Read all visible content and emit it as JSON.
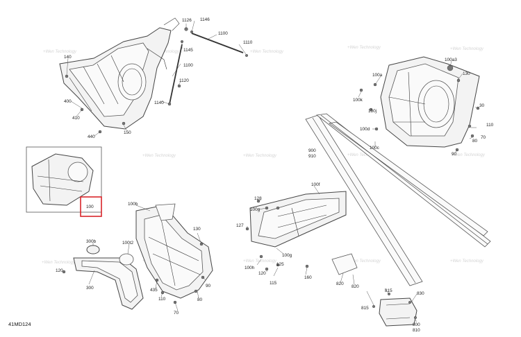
{
  "diagram": {
    "reference_code": "41MD124",
    "watermark_text": "+Wen Technology",
    "highlight_color": "#d9252a",
    "callouts": [
      {
        "id": "c1126",
        "text": "1126"
      },
      {
        "id": "c1146",
        "text": "1146"
      },
      {
        "id": "c1100a",
        "text": "1100"
      },
      {
        "id": "c1110",
        "text": "1110"
      },
      {
        "id": "c1145",
        "text": "1145"
      },
      {
        "id": "c1100b",
        "text": "1100"
      },
      {
        "id": "c1120",
        "text": "1120"
      },
      {
        "id": "c1140",
        "text": "1140"
      },
      {
        "id": "c140",
        "text": "140"
      },
      {
        "id": "c400",
        "text": "400"
      },
      {
        "id": "c410",
        "text": "410"
      },
      {
        "id": "c440",
        "text": "440"
      },
      {
        "id": "c150",
        "text": "150"
      },
      {
        "id": "c100inset",
        "text": "100"
      },
      {
        "id": "c100a3",
        "text": "100a3"
      },
      {
        "id": "c100a",
        "text": "100a"
      },
      {
        "id": "c130a",
        "text": "130"
      },
      {
        "id": "c100k",
        "text": "100k"
      },
      {
        "id": "c100j",
        "text": "100j"
      },
      {
        "id": "c30",
        "text": "30"
      },
      {
        "id": "c110",
        "text": "110"
      },
      {
        "id": "c100d",
        "text": "100d"
      },
      {
        "id": "c80a",
        "text": "80"
      },
      {
        "id": "c70a",
        "text": "70"
      },
      {
        "id": "c100c",
        "text": "100c"
      },
      {
        "id": "c90a",
        "text": "90"
      },
      {
        "id": "c900",
        "text": "900"
      },
      {
        "id": "c910",
        "text": "910"
      },
      {
        "id": "c100f",
        "text": "100f"
      },
      {
        "id": "c128",
        "text": "128"
      },
      {
        "id": "c100g",
        "text": "100g"
      },
      {
        "id": "c127",
        "text": "127"
      },
      {
        "id": "c100g2",
        "text": "100g"
      },
      {
        "id": "c100h",
        "text": "100h"
      },
      {
        "id": "c125",
        "text": "125"
      },
      {
        "id": "c120",
        "text": "120"
      },
      {
        "id": "c115",
        "text": "115"
      },
      {
        "id": "c160",
        "text": "160"
      },
      {
        "id": "c820a",
        "text": "820"
      },
      {
        "id": "c820b",
        "text": "820"
      },
      {
        "id": "c815a",
        "text": "815"
      },
      {
        "id": "c830",
        "text": "830"
      },
      {
        "id": "c815b",
        "text": "815"
      },
      {
        "id": "c800",
        "text": "800"
      },
      {
        "id": "c810",
        "text": "810"
      },
      {
        "id": "c100b",
        "text": "100b"
      },
      {
        "id": "c130b",
        "text": "130"
      },
      {
        "id": "c300b",
        "text": "300b"
      },
      {
        "id": "c100t2",
        "text": "100t2"
      },
      {
        "id": "c120b",
        "text": "120"
      },
      {
        "id": "c300",
        "text": "300"
      },
      {
        "id": "c435",
        "text": "435"
      },
      {
        "id": "c110b",
        "text": "110"
      },
      {
        "id": "c80b",
        "text": "80"
      },
      {
        "id": "c90b",
        "text": "90"
      },
      {
        "id": "c70b",
        "text": "70"
      }
    ]
  }
}
